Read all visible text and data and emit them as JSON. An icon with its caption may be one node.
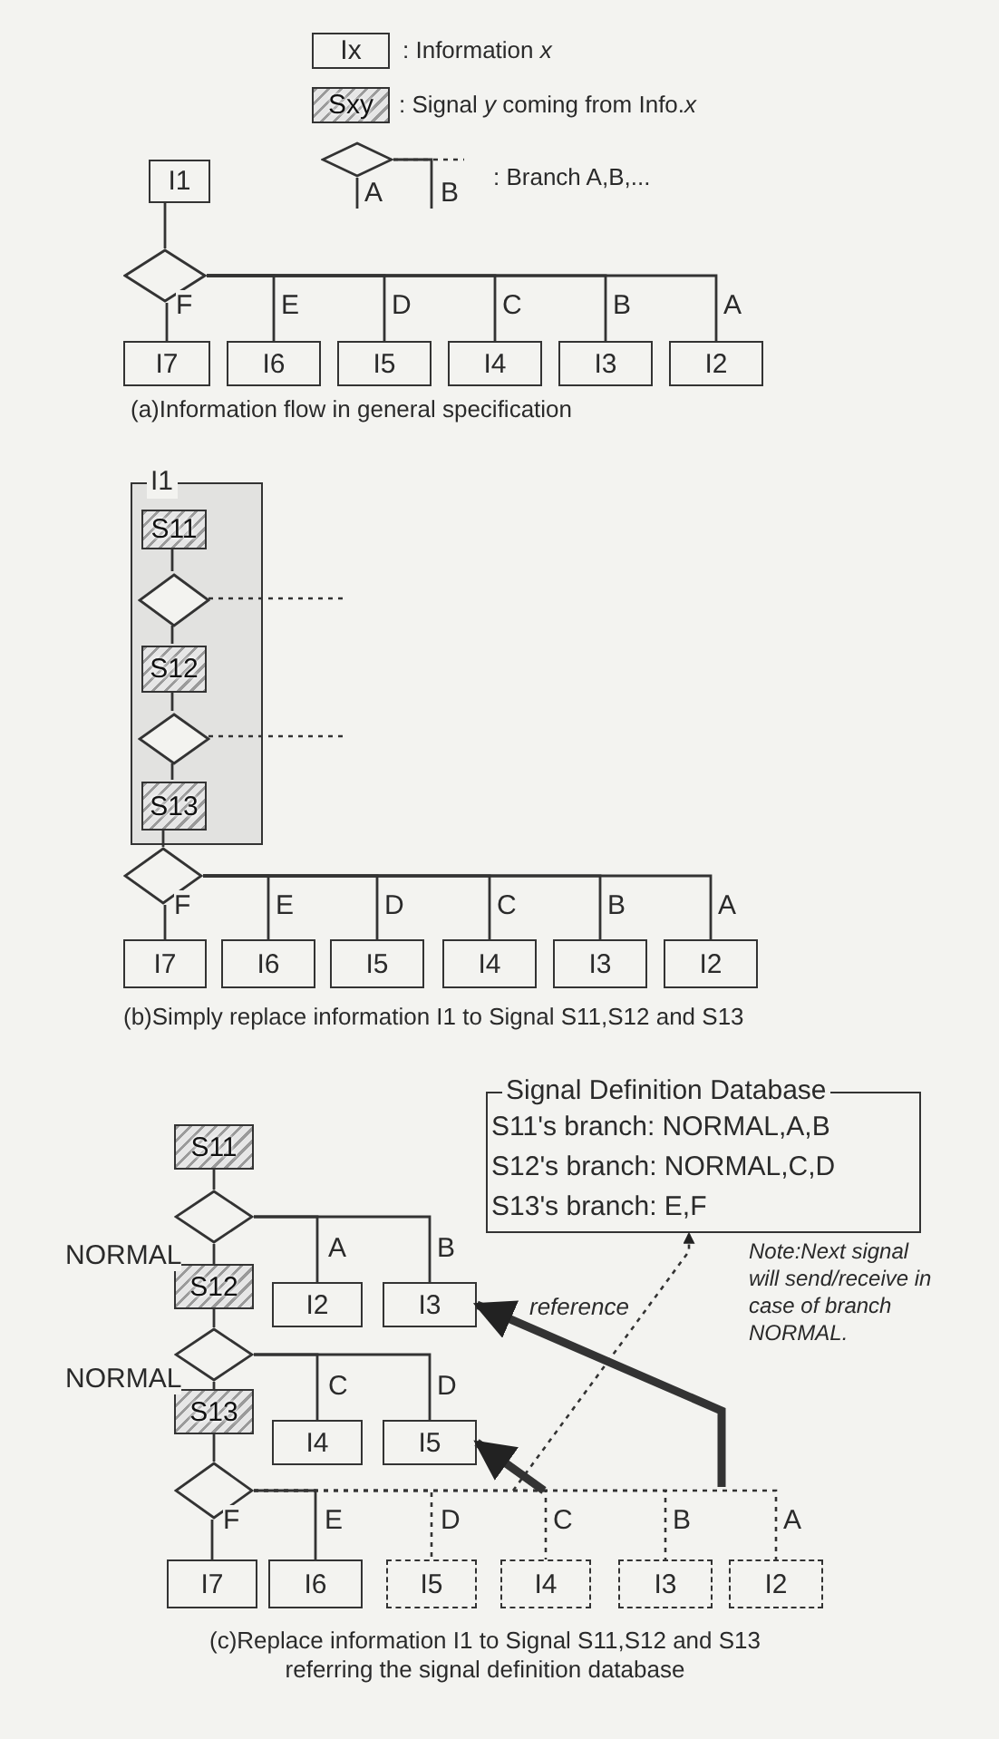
{
  "diagram": {
    "nodes": [
      {
        "text": [
          "Ix"
        ],
        "beside": [
          ": Information *x*"
        ]
      },
      {
        "text": [
          "Sxy"
        ],
        "beside": [
          ": Signal *y* coming from Info.*x*"
        ]
      },
      {
        "text": [],
        "shape": "diamond"
      },
      {
        "text": [
          "I1"
        ]
      },
      {
        "text": [],
        "shape": "diamond"
      },
      {
        "text": [
          "I7"
        ]
      },
      {
        "text": [
          "I6"
        ]
      },
      {
        "text": [
          "I5"
        ]
      },
      {
        "text": [
          "I4"
        ]
      },
      {
        "text": [
          "I3"
        ]
      },
      {
        "text": [
          "I2"
        ]
      },
      {
        "text": [
          "I1"
        ]
      },
      {
        "text": [
          "S11"
        ],
        "in": 11
      },
      {
        "text": [],
        "shape": "diamond",
        "in": 11
      },
      {
        "text": [
          "S12"
        ],
        "in": 11
      },
      {
        "text": [],
        "shape": "diamond",
        "in": 11
      },
      {
        "text": [
          "S13"
        ],
        "in": 11
      },
      {
        "text": [],
        "shape": "diamond"
      },
      {
        "text": [
          "I7"
        ]
      },
      {
        "text": [
          "I6"
        ]
      },
      {
        "text": [
          "I5"
        ]
      },
      {
        "text": [
          "I4"
        ]
      },
      {
        "text": [
          "I3"
        ]
      },
      {
        "text": [
          "I2"
        ]
      },
      {
        "text": [
          "Signal Definition Database",
          "S11's branch: NORMAL,A,B",
          "S12's branch: NORMAL,C,D",
          "S13's branch: E,F"
        ],
        "beside": [
          "Note:Next signal will send/receive in case of branch NORMAL."
        ]
      },
      {
        "text": [
          "S11"
        ]
      },
      {
        "text": [],
        "shape": "diamond"
      },
      {
        "text": [
          "I2"
        ]
      },
      {
        "text": [
          "I3"
        ]
      },
      {
        "text": [
          "S12"
        ]
      },
      {
        "text": [],
        "shape": "diamond"
      },
      {
        "text": [
          "I4"
        ]
      },
      {
        "text": [
          "I5"
        ]
      },
      {
        "text": [
          "S13"
        ]
      },
      {
        "text": [],
        "shape": "diamond"
      },
      {
        "text": [
          "I7"
        ]
      },
      {
        "text": [
          "I6"
        ]
      },
      {
        "text": [
          "I5"
        ]
      },
      {
        "text": [
          "I4"
        ]
      },
      {
        "text": [
          "I3"
        ]
      },
      {
        "text": [
          "I2"
        ]
      }
    ],
    "edges": [
      {
        "from": 2,
        "to": null,
        "arrow": "none",
        "label": "A"
      },
      {
        "from": 2,
        "to": null,
        "arrow": "none",
        "label": "B"
      },
      {
        "from": 2,
        "to": null,
        "arrow": "none",
        "style": "dashed"
      },
      {
        "from": 3,
        "to": 4,
        "arrow": "none"
      },
      {
        "from": 4,
        "to": 5,
        "arrow": "none",
        "label": "F"
      },
      {
        "from": 4,
        "to": 6,
        "arrow": "none",
        "label": "E"
      },
      {
        "from": 4,
        "to": 7,
        "arrow": "none",
        "label": "D"
      },
      {
        "from": 4,
        "to": 8,
        "arrow": "none",
        "label": "C"
      },
      {
        "from": 4,
        "to": 9,
        "arrow": "none",
        "label": "B"
      },
      {
        "from": 4,
        "to": 10,
        "arrow": "none",
        "label": "A"
      },
      {
        "from": 12,
        "to": 13,
        "arrow": "none"
      },
      {
        "from": 13,
        "to": 14,
        "arrow": "none"
      },
      {
        "from": 14,
        "to": 15,
        "arrow": "none"
      },
      {
        "from": 15,
        "to": 16,
        "arrow": "none"
      },
      {
        "from": 16,
        "to": 17,
        "arrow": "none"
      },
      {
        "from": 13,
        "to": null,
        "arrow": "none",
        "style": "dashed"
      },
      {
        "from": 15,
        "to": null,
        "arrow": "none",
        "style": "dashed"
      },
      {
        "from": 17,
        "to": 18,
        "arrow": "none",
        "label": "F"
      },
      {
        "from": 17,
        "to": 19,
        "arrow": "none",
        "label": "E"
      },
      {
        "from": 17,
        "to": 20,
        "arrow": "none",
        "label": "D"
      },
      {
        "from": 17,
        "to": 21,
        "arrow": "none",
        "label": "C"
      },
      {
        "from": 17,
        "to": 22,
        "arrow": "none",
        "label": "B"
      },
      {
        "from": 17,
        "to": 23,
        "arrow": "none",
        "label": "A"
      },
      {
        "from": 25,
        "to": 26,
        "arrow": "none"
      },
      {
        "from": 26,
        "to": 29,
        "arrow": "none",
        "label": "NORMAL"
      },
      {
        "from": 26,
        "to": 27,
        "arrow": "none",
        "label": "A"
      },
      {
        "from": 26,
        "to": 28,
        "arrow": "none",
        "label": "B"
      },
      {
        "from": 29,
        "to": 30,
        "arrow": "none"
      },
      {
        "from": 30,
        "to": 33,
        "arrow": "none",
        "label": "NORMAL"
      },
      {
        "from": 30,
        "to": 31,
        "arrow": "none",
        "label": "C"
      },
      {
        "from": 30,
        "to": 32,
        "arrow": "none",
        "label": "D"
      },
      {
        "from": 33,
        "to": 34,
        "arrow": "none"
      },
      {
        "from": 34,
        "to": 35,
        "arrow": "none",
        "label": "F"
      },
      {
        "from": 34,
        "to": 36,
        "arrow": "none",
        "label": "E"
      },
      {
        "from": 34,
        "to": 37,
        "arrow": "none",
        "label": "D",
        "style": "dashed"
      },
      {
        "from": 34,
        "to": 38,
        "arrow": "none",
        "label": "C",
        "style": "dashed"
      },
      {
        "from": 34,
        "to": 39,
        "arrow": "none",
        "label": "B",
        "style": "dashed"
      },
      {
        "from": 34,
        "to": 40,
        "arrow": "none",
        "label": "A",
        "style": "dashed"
      },
      {
        "from": null,
        "to": 28,
        "arrow": "to",
        "style": "thick"
      },
      {
        "from": null,
        "to": 32,
        "arrow": "to",
        "style": "thick"
      },
      {
        "from": null,
        "to": 24,
        "arrow": "to",
        "style": "dashed",
        "label": "reference"
      }
    ],
    "labels": [
      ": Branch A,B,...",
      "(a)Information flow in general specification",
      "(b)Simply replace information I1 to Signal S11,S12 and S13",
      "(c)Replace information I1 to Signal S11,S12 and S13 referring the signal definition database"
    ]
  }
}
